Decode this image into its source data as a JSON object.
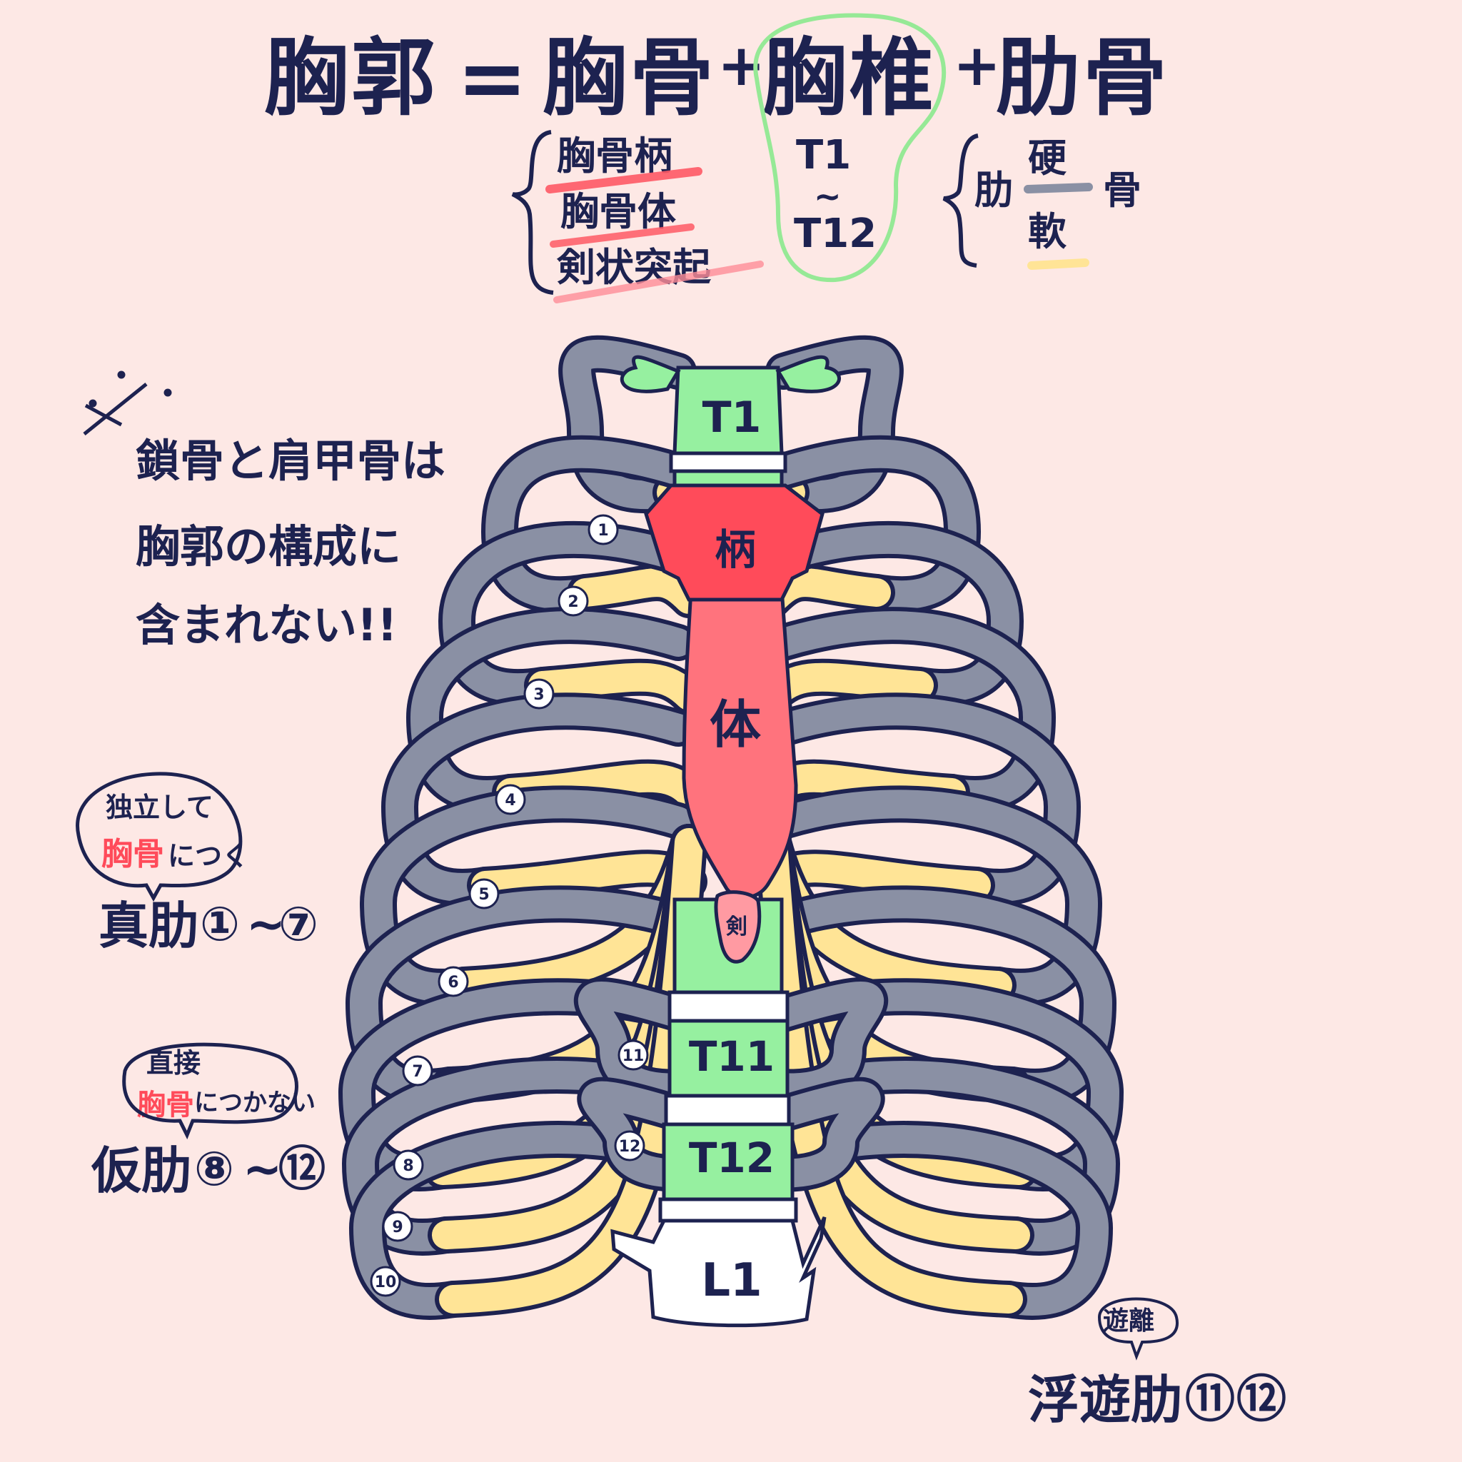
{
  "colors": {
    "background": "#fde8e5",
    "ink": "#1d2250",
    "rib_bone": "#8a90a4",
    "cartilage": "#ffe496",
    "sternum_manubrium": "#ff4b5a",
    "sternum_body": "#ff737d",
    "xiphoid": "#ff9aa2",
    "vertebra": "#96f0a0",
    "disc": "#ffffff",
    "highlight_green": "#96e996",
    "underline_red": "#ff5a66",
    "underline_gray": "#8a90a4",
    "underline_yellow": "#ffe496"
  },
  "title": {
    "thorax": "胸郭",
    "eq": "=",
    "sternum": "胸骨",
    "plus1": "+",
    "vertebrae": "胸椎",
    "plus2": "+",
    "ribs": "肋骨"
  },
  "sternum_parts": [
    "胸骨柄",
    "胸骨体",
    "剣状突起"
  ],
  "vertebra_range": {
    "from": "T1",
    "tilde": "~",
    "to": "T12"
  },
  "rib_parts": {
    "prefix": "肋",
    "hard": "硬",
    "soft": "軟",
    "suffix": "骨"
  },
  "note": {
    "lines": [
      "鎖骨と肩甲骨は",
      "胸郭の構成に",
      "含まれない!!"
    ]
  },
  "true_ribs": {
    "bubble": [
      "独立して",
      "胸骨",
      "につく"
    ],
    "label": "真肋",
    "range": [
      "①",
      "~",
      "⑦"
    ]
  },
  "false_ribs": {
    "bubble": [
      "直接",
      "胸骨",
      "につかない"
    ],
    "label": "仮肋",
    "range": [
      "⑧",
      "~",
      "⑫"
    ]
  },
  "floating_ribs": {
    "bubble": "遊離",
    "label": "浮遊肋",
    "range": [
      "⑪",
      "⑫"
    ]
  },
  "diagram": {
    "vertebra_labels": [
      "T1",
      "T11",
      "T12",
      "L1"
    ],
    "sternum_labels": [
      "柄",
      "体",
      "剣"
    ],
    "rib_numbers": [
      "1",
      "2",
      "3",
      "4",
      "5",
      "6",
      "7",
      "8",
      "9",
      "10",
      "11",
      "12"
    ]
  }
}
